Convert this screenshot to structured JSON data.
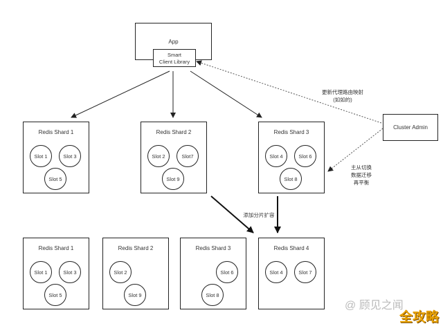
{
  "app": {
    "title": "App",
    "library_line1": "Smart",
    "library_line2": "Client Library"
  },
  "cluster_admin": "Cluster Admin",
  "annotations": {
    "update_routing_line1": "更新代理路由映射",
    "update_routing_line2": "(如如的)",
    "failover_line1": "主从切换",
    "failover_line2": "数据迁移",
    "failover_line3": "再平衡",
    "add_shard": "添加分片扩容"
  },
  "top_shards": [
    {
      "title": "Redis Shard 1",
      "slots": [
        "Slot 1",
        "Slot 3",
        "Slot 5"
      ]
    },
    {
      "title": "Redis Shard 2",
      "slots": [
        "Slot 2",
        "Slot7",
        "Slot 9"
      ]
    },
    {
      "title": "Redis Shard 3",
      "slots": [
        "Slot 4",
        "Slot 6",
        "Slot 8"
      ]
    }
  ],
  "bottom_shards": [
    {
      "title": "Redis Shard 1",
      "slots": [
        "Slot 1",
        "Slot 3",
        "Slot 5"
      ]
    },
    {
      "title": "Redis Shard 2",
      "slots": [
        "Slot 2",
        "Slot 9"
      ]
    },
    {
      "title": "Redis Shard 3",
      "slots": [
        "Slot 6",
        "Slot 8"
      ]
    },
    {
      "title": "Redis Shard 4",
      "slots": [
        "Slot 4",
        "Slot 7"
      ]
    }
  ],
  "watermark": "@ 顾见之闻",
  "brand": "全攻略",
  "colors": {
    "line": "#222222",
    "dotted": "#555555",
    "brand": "#e8a100"
  }
}
